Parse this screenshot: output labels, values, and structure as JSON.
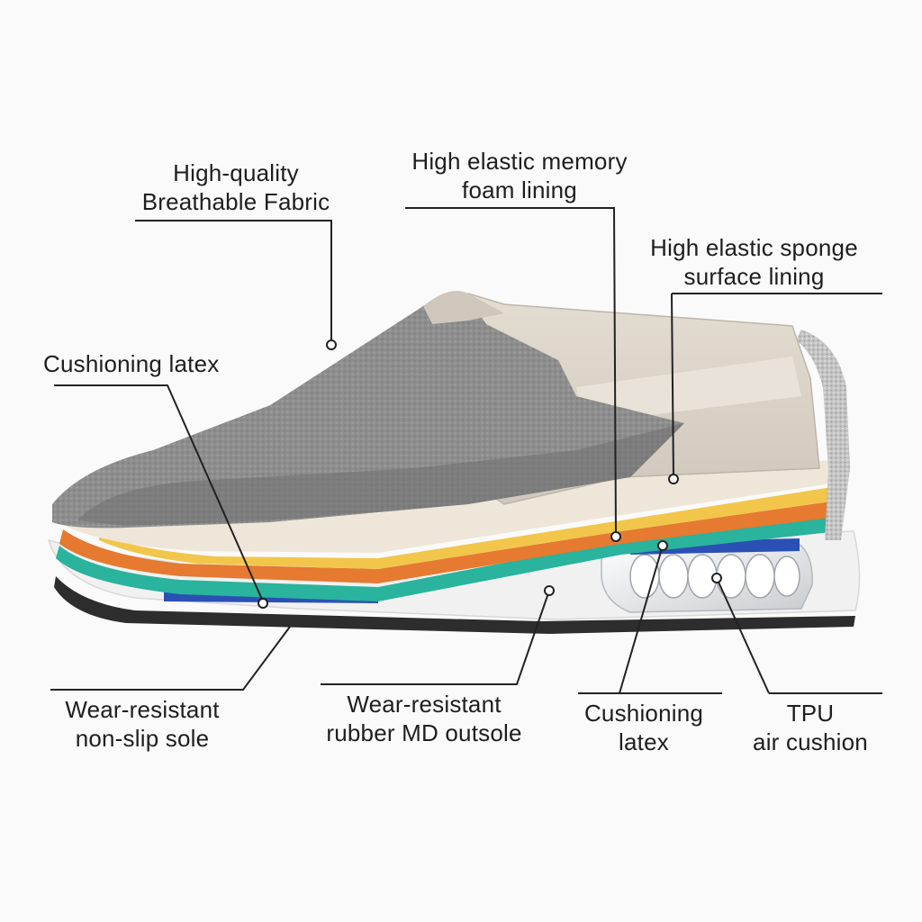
{
  "labels": {
    "fabric": [
      "High-quality",
      "Breathable Fabric"
    ],
    "memory": [
      "High elastic memory",
      "foam lining"
    ],
    "sponge": [
      "High elastic sponge",
      "surface lining"
    ],
    "latex_left": [
      "Cushioning latex"
    ],
    "sole": [
      "Wear-resistant",
      "non-slip sole"
    ],
    "outsole": [
      "Wear-resistant",
      "rubber MD outsole"
    ],
    "latex_right": [
      "Cushioning",
      "latex"
    ],
    "tpu": [
      "TPU",
      "air cushion"
    ]
  },
  "colors": {
    "background": "#fafafa",
    "leader_line": "#222222",
    "mesh_upper": "#8e8e8e",
    "collar_beige": "#ddd6cc",
    "insole_cream": "#eee6d8",
    "layer_orange": "#e57a30",
    "layer_yellow": "#f2c64a",
    "layer_teal": "#2ab39d",
    "layer_blue": "#2b50b5",
    "midsole_white": "#f1f1f1",
    "outsole_dark": "#2d2d2d"
  },
  "icons": [
    "air-cushion-bubbles"
  ]
}
